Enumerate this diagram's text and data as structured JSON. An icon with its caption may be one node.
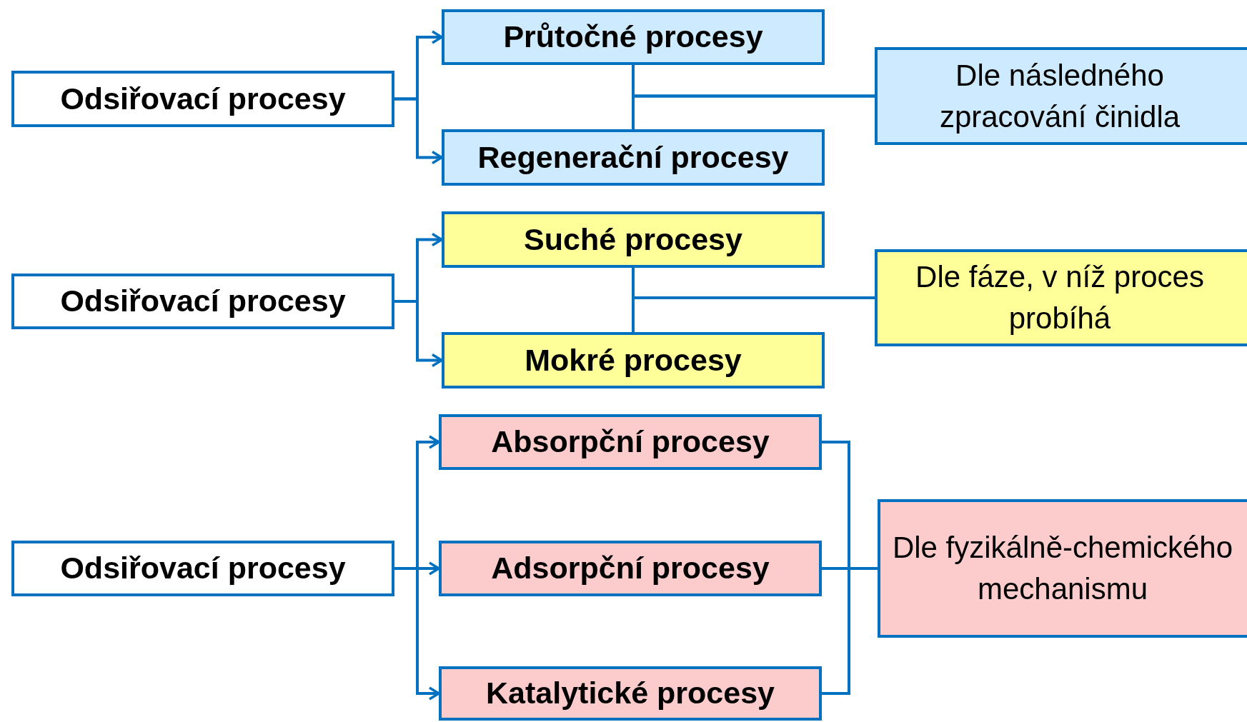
{
  "diagram": {
    "nodes": [
      {
        "text": [
          "Odsiřovací procesy"
        ]
      },
      {
        "text": [
          "Průtočné procesy"
        ]
      },
      {
        "text": [
          "Regenerační procesy"
        ]
      },
      {
        "text": [
          "Dle následného zpracování činidla"
        ]
      },
      {
        "text": [
          "Odsiřovací procesy"
        ]
      },
      {
        "text": [
          "Suché procesy"
        ]
      },
      {
        "text": [
          "Mokré procesy"
        ]
      },
      {
        "text": [
          "Dle fáze, v níž proces probíhá"
        ]
      },
      {
        "text": [
          "Odsiřovací procesy"
        ]
      },
      {
        "text": [
          "Absorpční procesy"
        ]
      },
      {
        "text": [
          "Adsorpční procesy"
        ]
      },
      {
        "text": [
          "Katalytické procesy"
        ]
      },
      {
        "text": [
          "Dle fyzikálně-chemického mechanismu"
        ]
      }
    ],
    "edges": [
      {
        "from": 0,
        "to": 1,
        "arrow": "to"
      },
      {
        "from": 0,
        "to": 2,
        "arrow": "to"
      },
      {
        "from": 3,
        "to": 1,
        "arrow": "none"
      },
      {
        "from": 3,
        "to": 2,
        "arrow": "none"
      },
      {
        "from": 4,
        "to": 5,
        "arrow": "to"
      },
      {
        "from": 4,
        "to": 6,
        "arrow": "to"
      },
      {
        "from": 7,
        "to": 5,
        "arrow": "none"
      },
      {
        "from": 7,
        "to": 6,
        "arrow": "none"
      },
      {
        "from": 8,
        "to": 9,
        "arrow": "to"
      },
      {
        "from": 8,
        "to": 10,
        "arrow": "to"
      },
      {
        "from": 8,
        "to": 11,
        "arrow": "to"
      },
      {
        "from": 12,
        "to": 9,
        "arrow": "none"
      },
      {
        "from": 12,
        "to": 10,
        "arrow": "none"
      },
      {
        "from": 12,
        "to": 11,
        "arrow": "none"
      }
    ]
  }
}
